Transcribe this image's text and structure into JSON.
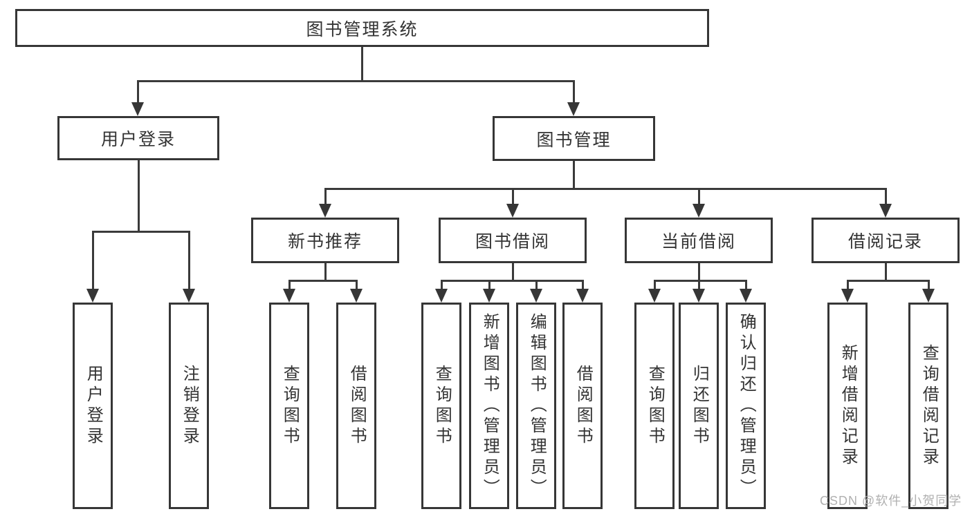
{
  "diagram": {
    "type": "hierarchy-tree",
    "root": {
      "label": "图书管理系统"
    },
    "level2": [
      {
        "label": "用户登录"
      },
      {
        "label": "图书管理"
      }
    ],
    "level3": [
      {
        "label": "新书推荐",
        "parent": "图书管理"
      },
      {
        "label": "图书借阅",
        "parent": "图书管理"
      },
      {
        "label": "当前借阅",
        "parent": "图书管理"
      },
      {
        "label": "借阅记录",
        "parent": "图书管理"
      }
    ],
    "leaves": [
      {
        "label": "用户登录",
        "parent": "用户登录"
      },
      {
        "label": "注销登录",
        "parent": "用户登录"
      },
      {
        "label": "查询图书",
        "parent": "新书推荐"
      },
      {
        "label": "借阅图书",
        "parent": "新书推荐"
      },
      {
        "label": "查询图书",
        "parent": "图书借阅"
      },
      {
        "label": "新增图书（管理员）",
        "parent": "图书借阅"
      },
      {
        "label": "编辑图书（管理员）",
        "parent": "图书借阅"
      },
      {
        "label": "借阅图书",
        "parent": "图书借阅"
      },
      {
        "label": "查询图书",
        "parent": "当前借阅"
      },
      {
        "label": "归还图书",
        "parent": "当前借阅"
      },
      {
        "label": "确认归还（管理员）",
        "parent": "当前借阅"
      },
      {
        "label": "新增借阅记录",
        "parent": "借阅记录"
      },
      {
        "label": "查询借阅记录",
        "parent": "借阅记录"
      }
    ]
  },
  "watermark": {
    "text": "CSDN @软件_小贺同学"
  },
  "colors": {
    "line": "#3a3a3a",
    "text": "#333333",
    "watermark": "#b0b0b0",
    "background": "#ffffff"
  }
}
